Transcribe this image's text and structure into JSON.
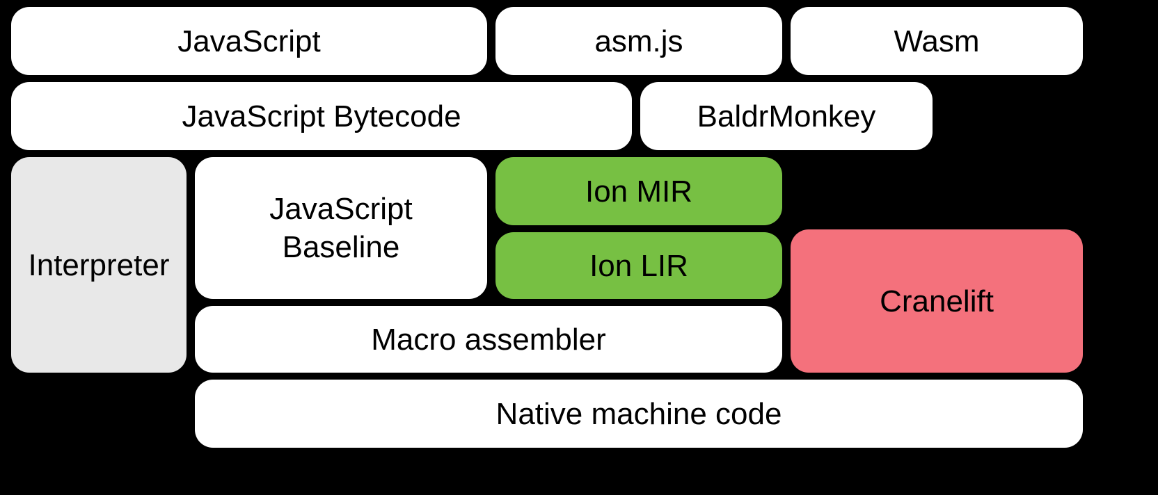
{
  "diagram": {
    "title": "JavaScript / Wasm compiler pipeline diagram",
    "background_color": "#000000",
    "text_color": "#000000",
    "colors": {
      "default_box": "#ffffff",
      "interpreter_box": "#e8e8e8",
      "ion_green": "#77c043",
      "cranelift_pink": "#f4717c"
    },
    "boxes": {
      "javascript": {
        "label": "JavaScript",
        "color": "#ffffff"
      },
      "asmjs": {
        "label": "asm.js",
        "color": "#ffffff"
      },
      "wasm": {
        "label": "Wasm",
        "color": "#ffffff"
      },
      "bytecode": {
        "label": "JavaScript Bytecode",
        "color": "#ffffff"
      },
      "baldrmonkey": {
        "label": "BaldrMonkey",
        "color": "#ffffff"
      },
      "interpreter": {
        "label": "Interpreter",
        "color": "#e8e8e8"
      },
      "baseline": {
        "label": "JavaScript\nBaseline",
        "color": "#ffffff"
      },
      "ion_mir": {
        "label": "Ion MIR",
        "color": "#77c043"
      },
      "ion_lir": {
        "label": "Ion LIR",
        "color": "#77c043"
      },
      "cranelift": {
        "label": "Cranelift",
        "color": "#f4717c"
      },
      "macro_assembler": {
        "label": "Macro assembler",
        "color": "#ffffff"
      },
      "native_machine": {
        "label": "Native machine code",
        "color": "#ffffff"
      }
    }
  }
}
